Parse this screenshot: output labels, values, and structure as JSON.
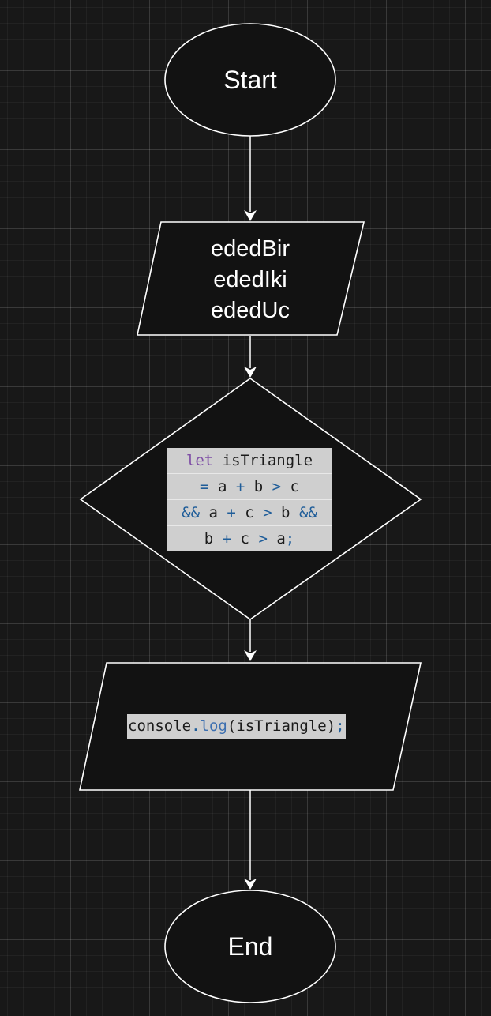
{
  "nodes": {
    "start": {
      "label": "Start"
    },
    "input": {
      "lines": [
        "ededBir",
        "ededIki",
        "ededUc"
      ]
    },
    "decision": {
      "code": [
        {
          "tokens": [
            {
              "kw": "let"
            },
            {
              "text": " isTriangle"
            }
          ]
        },
        {
          "tokens": [
            {
              "op": "="
            },
            {
              "text": " a "
            },
            {
              "op": "+"
            },
            {
              "text": " b "
            },
            {
              "op": ">"
            },
            {
              "text": " c"
            }
          ]
        },
        {
          "tokens": [
            {
              "op": "&&"
            },
            {
              "text": " a "
            },
            {
              "op": "+"
            },
            {
              "text": " c "
            },
            {
              "op": ">"
            },
            {
              "text": " b "
            },
            {
              "op": "&&"
            }
          ]
        },
        {
          "tokens": [
            {
              "text": "b "
            },
            {
              "op": "+"
            },
            {
              "text": " c "
            },
            {
              "op": ">"
            },
            {
              "text": " a"
            },
            {
              "op": ";"
            }
          ]
        }
      ]
    },
    "output": {
      "code": [
        {
          "text": "console"
        },
        {
          "op": "."
        },
        {
          "fn": "log"
        },
        {
          "text": "(isTriangle)"
        },
        {
          "op": ";"
        }
      ]
    },
    "end": {
      "label": "End"
    }
  },
  "colors": {
    "background": "#181818",
    "shape_fill": "#121212",
    "stroke": "#ffffff",
    "code_background": "#cfcfcf",
    "keyword": "#7f4fa6",
    "operator": "#1f5d99",
    "function": "#3c6fb0"
  }
}
